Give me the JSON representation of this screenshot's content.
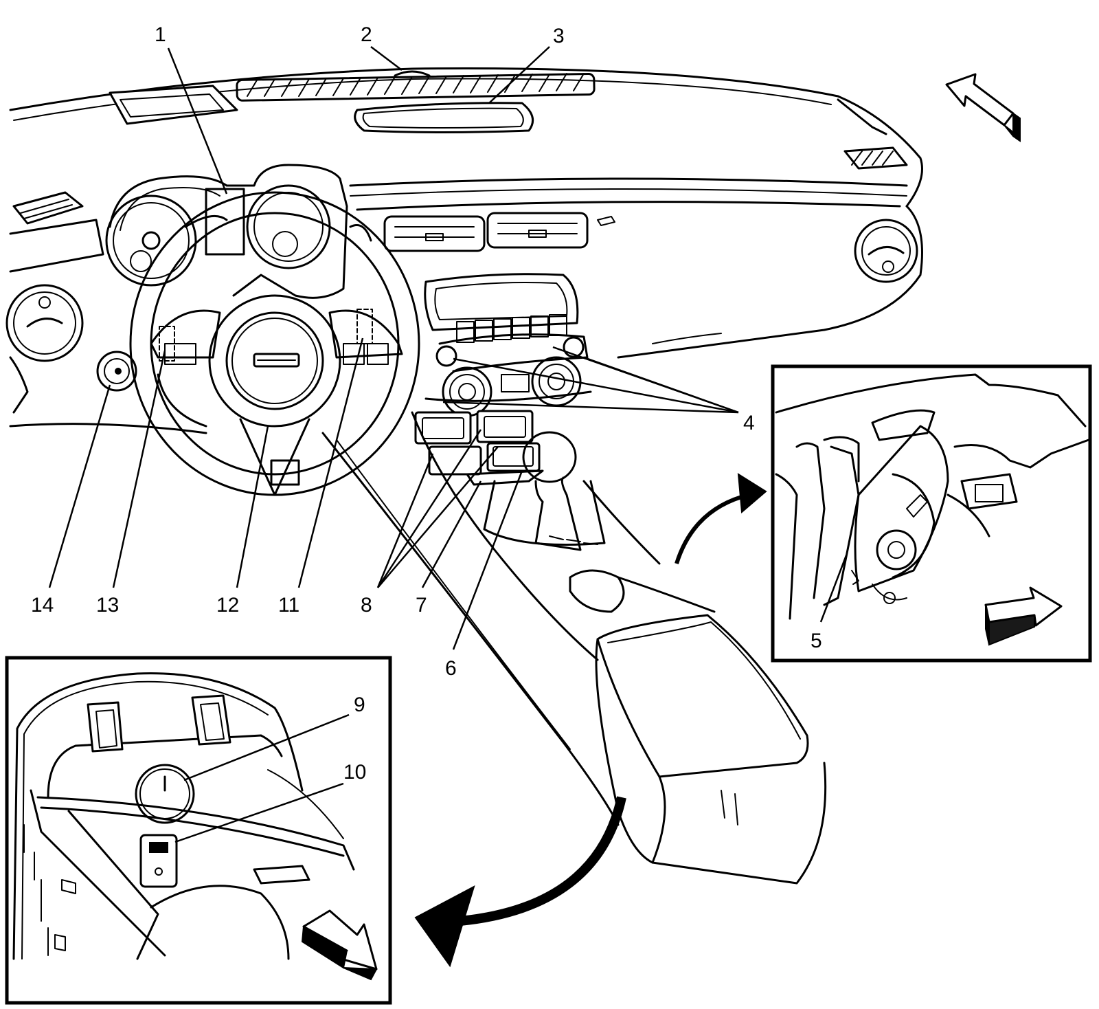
{
  "callouts": {
    "c1": "1",
    "c2": "2",
    "c3": "3",
    "c4": "4",
    "c5": "5",
    "c6": "6",
    "c7": "7",
    "c8": "8",
    "c9": "9",
    "c10": "10",
    "c11": "11",
    "c12": "12",
    "c13": "13",
    "c14": "14"
  },
  "arrows": {
    "front_arrow_main": "arrow-icon",
    "front_arrow_inset_right": "arrow-icon",
    "front_arrow_inset_left": "arrow-icon",
    "view_arrow_to_right_inset": "curved-arrow-icon",
    "view_arrow_to_left_inset": "curved-arrow-icon"
  }
}
